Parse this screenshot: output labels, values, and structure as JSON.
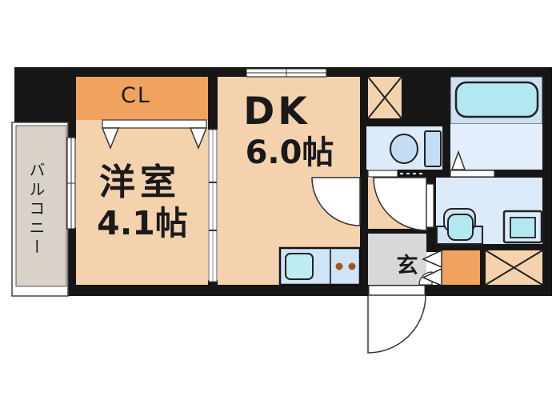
{
  "floorplan": {
    "type": "japanese-apartment-floorplan",
    "labels": {
      "closet": "CL",
      "western_room_name": "洋室",
      "western_room_size": "4.1帖",
      "dining_kitchen_name": "DK",
      "dining_kitchen_size": "6.0帖",
      "balcony": "バルコニー",
      "entrance": "玄"
    },
    "fixtures": [
      "bathtub",
      "toilet",
      "washing-machine",
      "wash-basin",
      "kitchen-sink",
      "stove-burners",
      "hatched-shaft-top",
      "hatched-shaft-bottom",
      "shoe-cabinet"
    ],
    "colors": {
      "wall": "#161616",
      "room_floor": "#f5d2ae",
      "closet": "#f0a35f",
      "balcony": "#d9d2c9",
      "entrance_floor": "#d8d8d8",
      "wet_room": "#dcebfa",
      "bath_upper": "#cfe0f3",
      "bath_lower": "#e2eefb",
      "bathtub": "#b2e8f2",
      "counter": "#cfe4f6",
      "sink": "#bfecf4",
      "fixture_body": "#cfe4f7",
      "toilet_fill": "#c3ddf4",
      "burner": "#a85517",
      "shaft": "#f4d2ae",
      "white": "#ffffff",
      "outline": "#222222"
    }
  }
}
